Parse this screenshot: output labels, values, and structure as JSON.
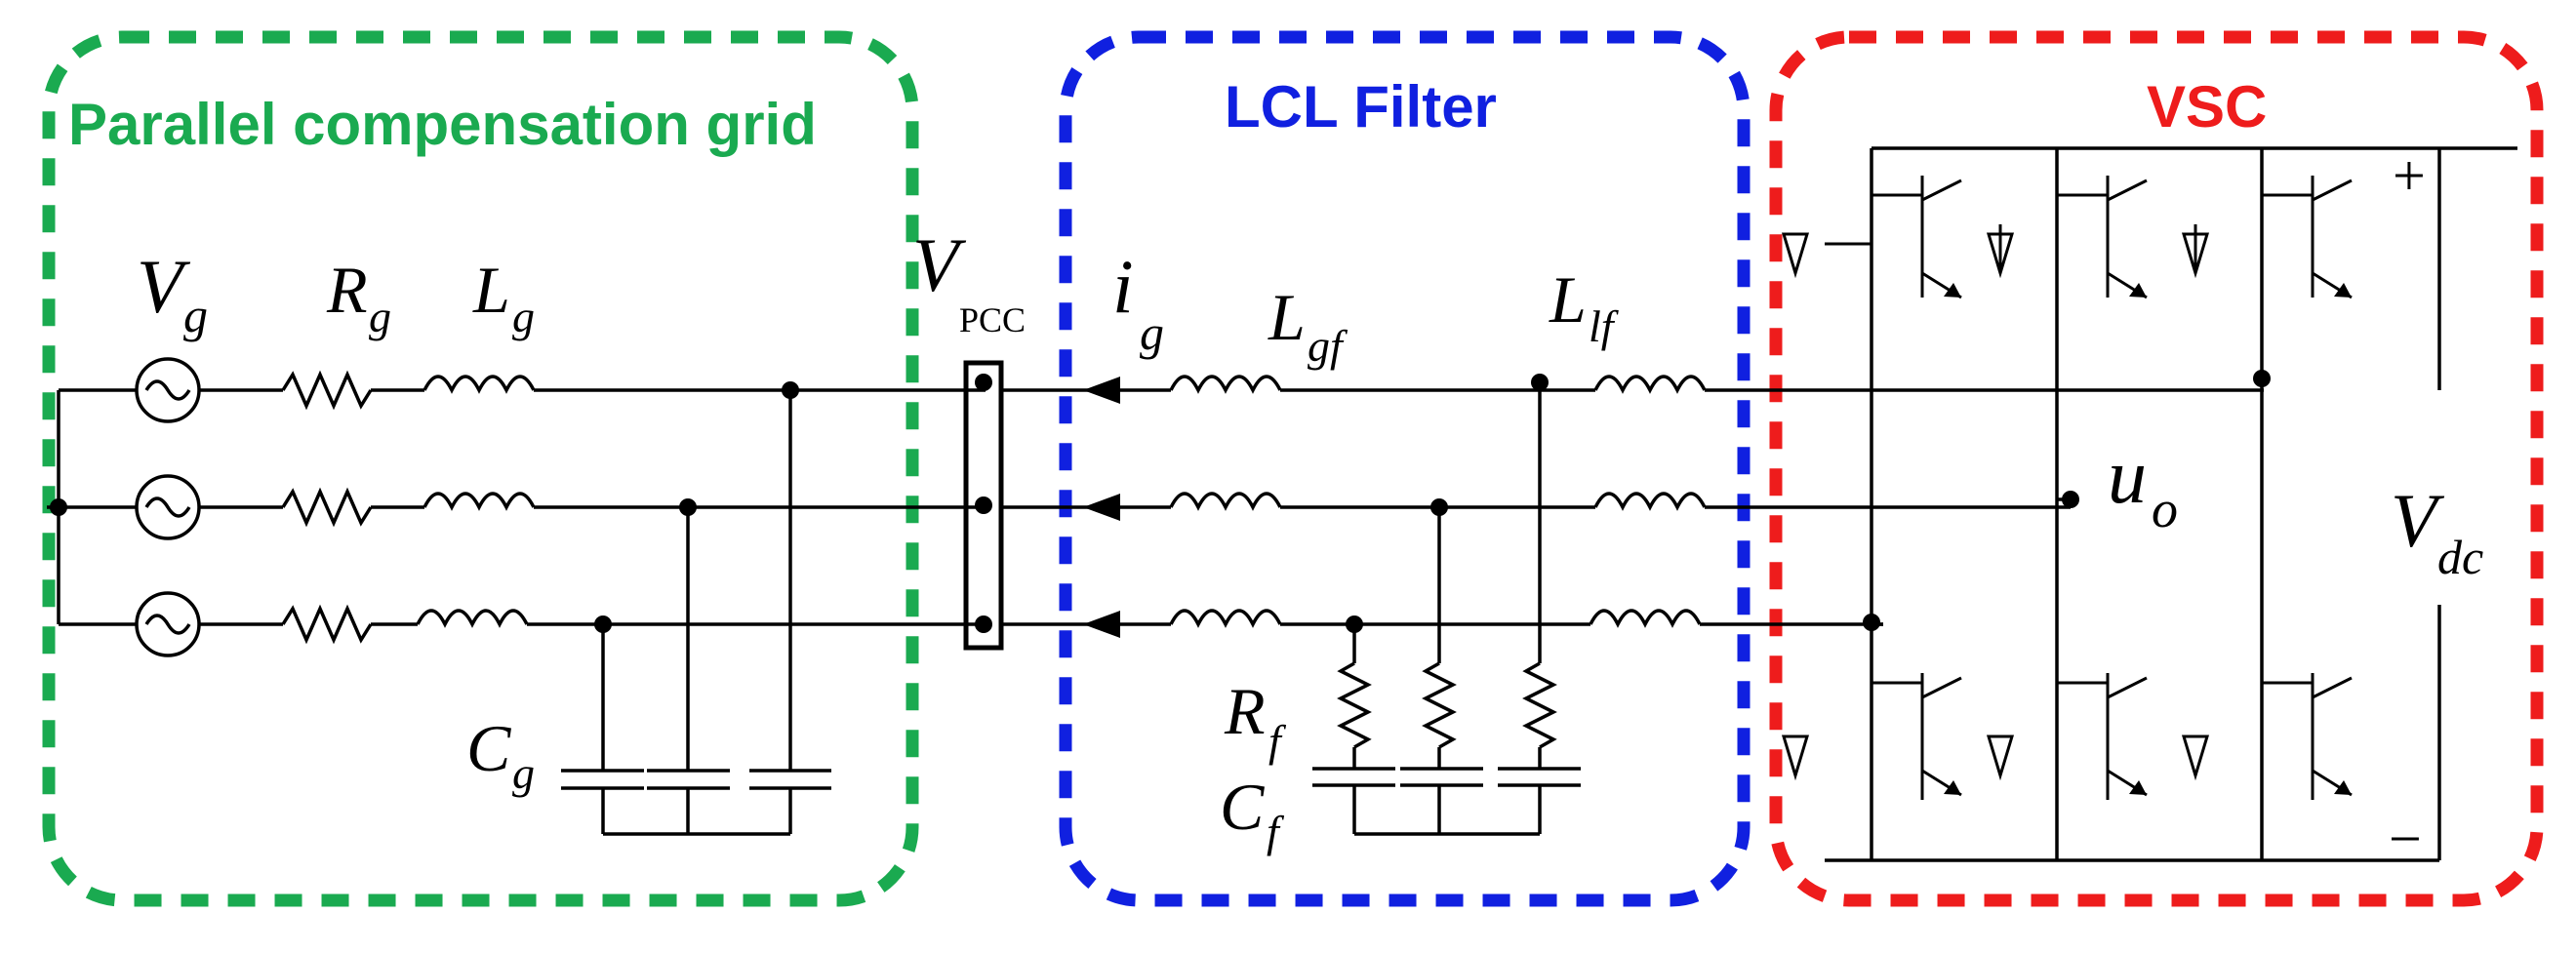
{
  "sections": {
    "grid": {
      "title": "Parallel compensation grid",
      "color": "#1aaa50"
    },
    "filter": {
      "title": "LCL Filter",
      "color": "#1020e0"
    },
    "vsc": {
      "title": "VSC",
      "color": "#ee1c1c"
    }
  },
  "symbols": {
    "vg": {
      "main": "V",
      "sub": "g"
    },
    "rg": {
      "main": "R",
      "sub": "g"
    },
    "lg": {
      "main": "L",
      "sub": "g"
    },
    "cg": {
      "main": "C",
      "sub": "g"
    },
    "vpcc": {
      "main": "V",
      "sub": "PCC"
    },
    "ig": {
      "main": "i",
      "sub": "g"
    },
    "lgf": {
      "main": "L",
      "sub": "gf"
    },
    "llf": {
      "main": "L",
      "sub": "lf"
    },
    "rf": {
      "main": "R",
      "sub": "f"
    },
    "cf": {
      "main": "C",
      "sub": "f"
    },
    "uo": {
      "main": "u",
      "sub": "o"
    },
    "vdc": {
      "main": "V",
      "sub": "dc"
    }
  },
  "dc_polarity": {
    "plus": "+",
    "minus": "−"
  }
}
